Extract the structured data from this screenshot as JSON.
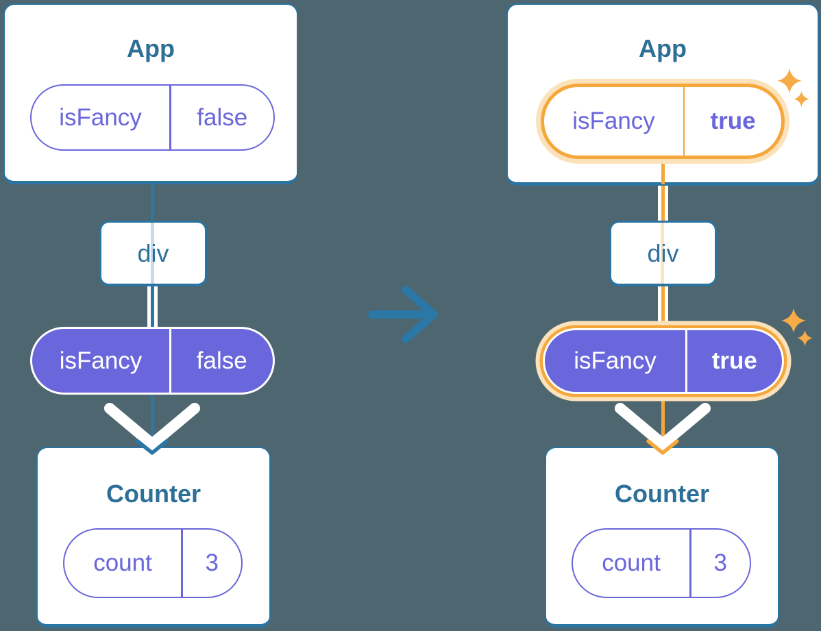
{
  "colors": {
    "background": "#4d6670",
    "line_blue": "#2b77a6",
    "title_text": "#2d6f96",
    "purple": "#6a66db",
    "orange": "#f5a73c",
    "orange_halo": "#fbe2bb",
    "pale_blue": "#c9d9ea",
    "pale_orange": "#fae4c3",
    "card_white": "#ffffff"
  },
  "panels": [
    {
      "side": "before",
      "app": {
        "title": "App",
        "state_pill": {
          "name": "isFancy",
          "value": "false"
        }
      },
      "div_box": {
        "label": "div"
      },
      "props_pill": {
        "name": "isFancy",
        "value": "false"
      },
      "counter": {
        "title": "Counter",
        "state_pill": {
          "name": "count",
          "value": "3"
        }
      }
    },
    {
      "side": "after",
      "app": {
        "title": "App",
        "state_pill": {
          "name": "isFancy",
          "value": "true"
        }
      },
      "div_box": {
        "label": "div"
      },
      "props_pill": {
        "name": "isFancy",
        "value": "true"
      },
      "counter": {
        "title": "Counter",
        "state_pill": {
          "name": "count",
          "value": "3"
        }
      }
    }
  ]
}
